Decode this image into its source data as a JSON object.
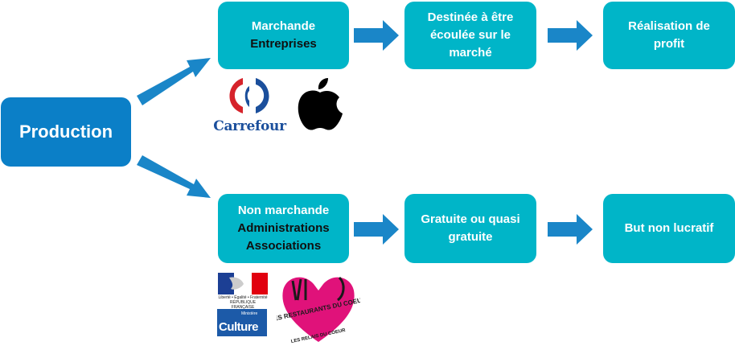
{
  "production": {
    "label": "Production"
  },
  "top_row": {
    "box1": {
      "line1": "Marchande",
      "line2": "Entreprises"
    },
    "box2": {
      "text": "Destinée à être écoulée sur le marché"
    },
    "box3": {
      "text": "Réalisation de profit"
    }
  },
  "bottom_row": {
    "box1": {
      "line1": "Non marchande",
      "line2": "Administrations",
      "line3": "Associations"
    },
    "box2": {
      "text": "Gratuite ou quasi gratuite"
    },
    "box3": {
      "text": "But non lucratif"
    }
  },
  "logos": {
    "carrefour": "Carrefour",
    "republique": "Liberté • Égalité • Fraternité RÉPUBLIQUE FRANÇAISE",
    "culture_small": "Ministère",
    "culture": "Culture",
    "restos": "LES RESTAURANTS DU COEUR",
    "restos_sub": "LES RELAIS DU COEUR"
  },
  "colors": {
    "teal": "#00b5c8",
    "blue": "#0b7fc7",
    "arrow": "#1a86c8"
  }
}
